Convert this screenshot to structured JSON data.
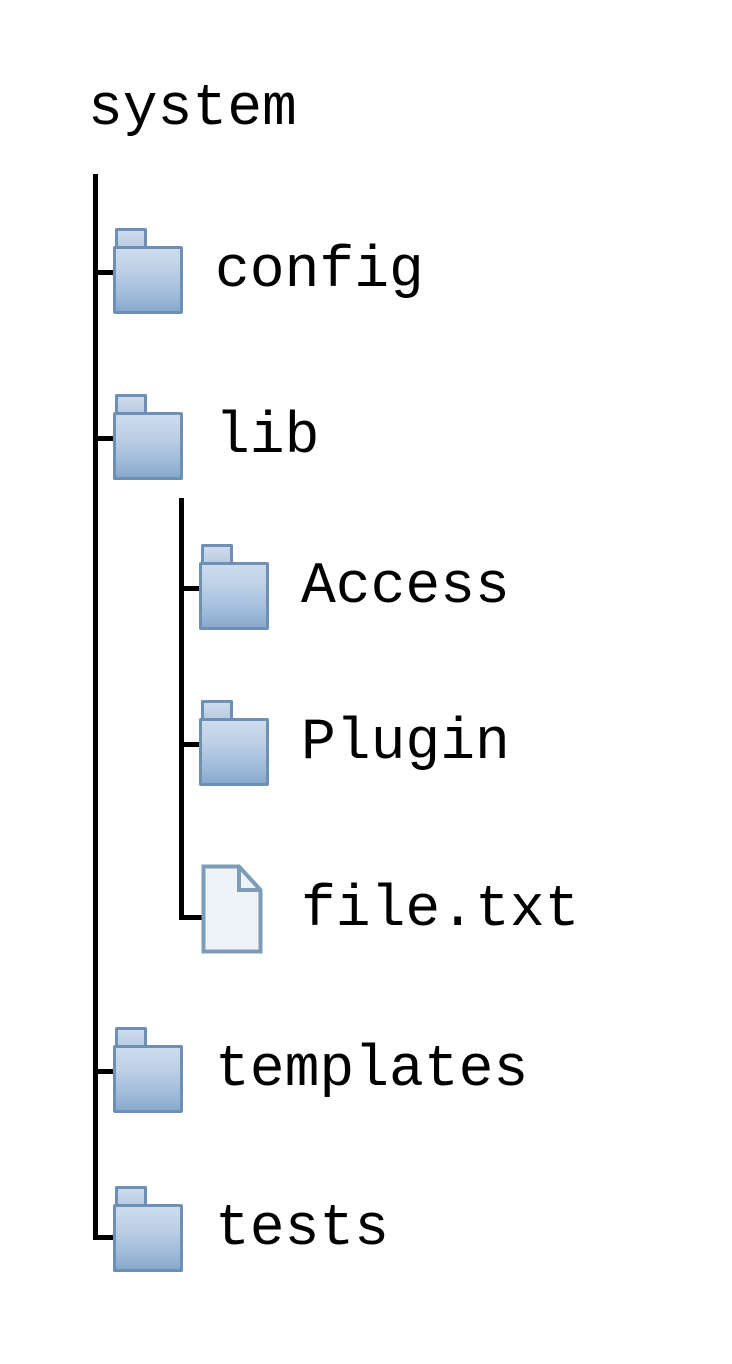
{
  "view": {
    "kind": "file-tree-diagram",
    "background_color": "#ffffff",
    "text_color": "#000000",
    "connector_color": "#000000",
    "folder_border_color": "#6e90b4",
    "folder_fill_top": "#ccdcee",
    "folder_fill_bottom": "#89a9cc",
    "file_border_color": "#7d9cb8",
    "file_fill_color": "#eef3f8"
  },
  "tree": {
    "root": {
      "label": "system",
      "icon": "none",
      "type": "root"
    },
    "children": [
      {
        "label": "config",
        "icon": "folder-icon",
        "type": "folder",
        "depth": 1,
        "children": []
      },
      {
        "label": "lib",
        "icon": "folder-icon",
        "type": "folder",
        "depth": 1,
        "children": [
          {
            "label": "Access",
            "icon": "folder-icon",
            "type": "folder",
            "depth": 2
          },
          {
            "label": "Plugin",
            "icon": "folder-icon",
            "type": "folder",
            "depth": 2
          },
          {
            "label": "file.txt",
            "icon": "file-icon",
            "type": "file",
            "depth": 2
          }
        ]
      },
      {
        "label": "templates",
        "icon": "folder-icon",
        "type": "folder",
        "depth": 1,
        "children": []
      },
      {
        "label": "tests",
        "icon": "folder-icon",
        "type": "folder",
        "depth": 1,
        "children": []
      }
    ]
  }
}
